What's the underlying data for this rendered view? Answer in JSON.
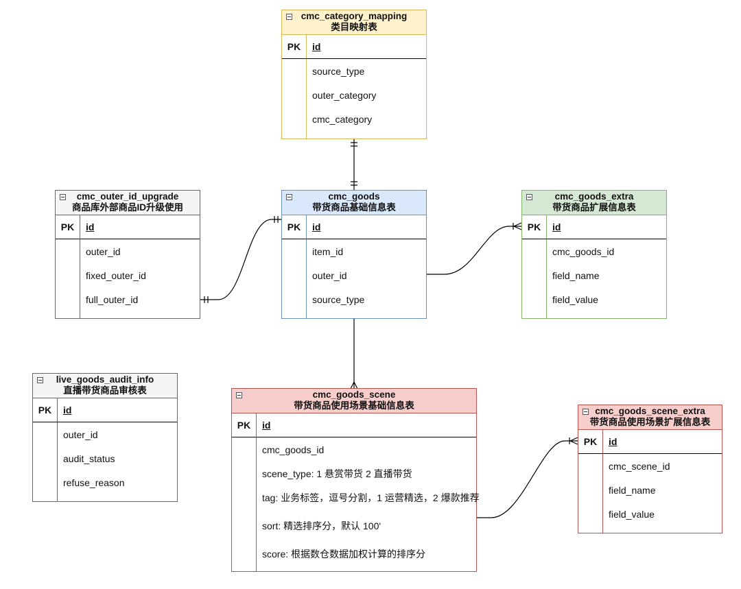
{
  "entities": {
    "category_mapping": {
      "title": "cmc_category_mapping",
      "subtitle": "类目映射表",
      "pk_label": "PK",
      "pk_field": "id",
      "fields": [
        "source_type",
        "outer_category",
        "cmc_category"
      ]
    },
    "outer_id_upgrade": {
      "title": "cmc_outer_id_upgrade",
      "subtitle": "商品库外部商品ID升级使用",
      "pk_label": "PK",
      "pk_field": "id",
      "fields": [
        "outer_id",
        "fixed_outer_id",
        "full_outer_id"
      ]
    },
    "goods": {
      "title": "cmc_goods",
      "subtitle": "带货商品基础信息表",
      "pk_label": "PK",
      "pk_field": "id",
      "fields": [
        "item_id",
        "outer_id",
        "source_type"
      ]
    },
    "goods_extra": {
      "title": "cmc_goods_extra",
      "subtitle": "带货商品扩展信息表",
      "pk_label": "PK",
      "pk_field": "id",
      "fields": [
        "cmc_goods_id",
        "field_name",
        "field_value"
      ]
    },
    "audit_info": {
      "title": "live_goods_audit_info",
      "subtitle": "直播带货商品审核表",
      "pk_label": "PK",
      "pk_field": "id",
      "fields": [
        "outer_id",
        "audit_status",
        "refuse_reason"
      ]
    },
    "goods_scene": {
      "title": "cmc_goods_scene",
      "subtitle": "带货商品使用场景基础信息表",
      "pk_label": "PK",
      "pk_field": "id",
      "fields": [
        "cmc_goods_id",
        "scene_type: 1 悬赏带货 2 直播带货",
        "tag: 业务标签，逗号分割，1 运营精选，2 爆款推荐",
        "sort: 精选排序分，默认 100'",
        "score: 根据数仓数据加权计算的排序分"
      ]
    },
    "goods_scene_extra": {
      "title": "cmc_goods_scene_extra",
      "subtitle": "带货商品使用场景扩展信息表",
      "pk_label": "PK",
      "pk_field": "id",
      "fields": [
        "cmc_scene_id",
        "field_name",
        "field_value"
      ]
    }
  },
  "colors": {
    "yellow_fill": "#fff2cc",
    "yellow_stroke": "#d6b656",
    "blue_fill": "#dae8fc",
    "blue_stroke": "#6c8ebf",
    "green_fill": "#d5e8d4",
    "green_stroke": "#82b366",
    "red_fill": "#f8cecc",
    "red_stroke": "#b85450",
    "gray_fill": "#f5f5f5",
    "gray_stroke": "#666666"
  },
  "relationships": [
    {
      "from": "cmc_category_mapping",
      "to": "cmc_goods",
      "from_end": "one-and-only-one",
      "to_end": "one-and-only-one"
    },
    {
      "from": "cmc_outer_id_upgrade",
      "to": "cmc_goods",
      "from_end": "one-and-only-one",
      "to_end": "one-and-only-one"
    },
    {
      "from": "cmc_goods",
      "to": "cmc_goods_extra",
      "from_end": "none",
      "to_end": "one-or-many"
    },
    {
      "from": "cmc_goods",
      "to": "cmc_goods_scene",
      "from_end": "none",
      "to_end": "many"
    },
    {
      "from": "cmc_goods_scene",
      "to": "cmc_goods_scene_extra",
      "from_end": "none",
      "to_end": "one-or-many"
    }
  ]
}
